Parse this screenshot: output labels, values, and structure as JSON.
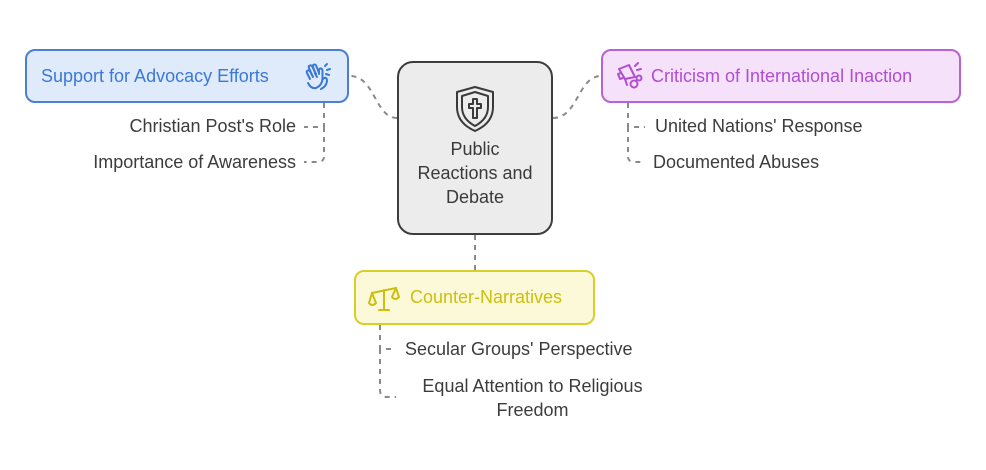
{
  "center": {
    "title": "Public Reactions and Debate",
    "icon": "shield-cross-icon"
  },
  "branches": {
    "left": {
      "title": "Support for Advocacy Efforts",
      "icon": "clapping-hands-icon",
      "color": "#3b79d6",
      "items": [
        "Christian Post's Role",
        "Importance of Awareness"
      ]
    },
    "right": {
      "title": "Criticism of International Inaction",
      "icon": "megaphone-icon",
      "color": "#b04ecf",
      "items": [
        "United Nations' Response",
        "Documented Abuses"
      ]
    },
    "bottom": {
      "title": "Counter-Narratives",
      "icon": "balance-scale-icon",
      "color": "#cdbf0d",
      "items": [
        "Secular Groups' Perspective",
        "Equal Attention to Religious Freedom"
      ]
    }
  }
}
